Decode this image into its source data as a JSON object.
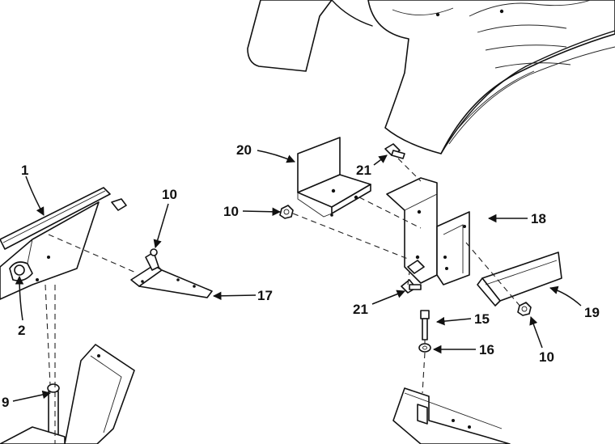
{
  "callouts": {
    "c1": "1",
    "c2": "2",
    "c9": "9",
    "c10a": "10",
    "c10b": "10",
    "c10c": "10",
    "c15": "15",
    "c16": "16",
    "c17": "17",
    "c18": "18",
    "c19": "19",
    "c20": "20",
    "c21a": "21",
    "c21b": "21"
  },
  "colors": {
    "ink": "#111111",
    "paper": "#ffffff"
  }
}
